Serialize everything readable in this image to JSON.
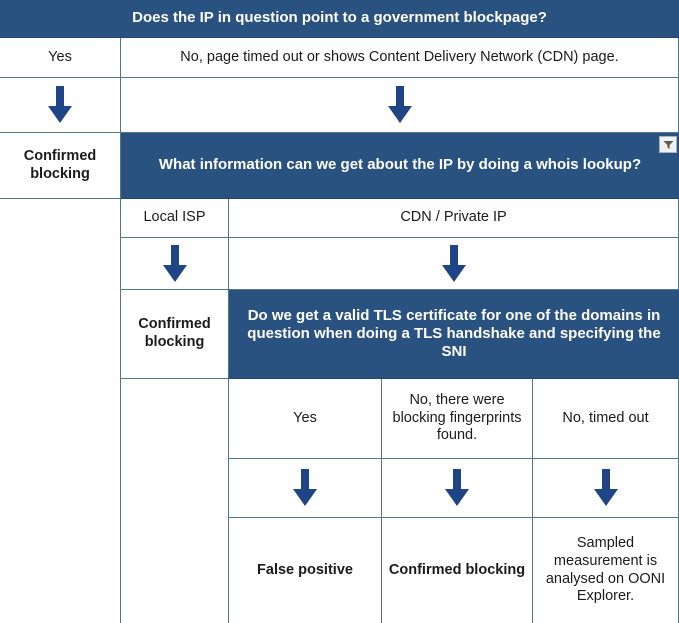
{
  "document": {
    "title": "OONI IP blocking decision flowchart",
    "type": "spreadsheet-decision-table"
  },
  "colors": {
    "header_blue": "#2a5280",
    "arrow_blue": "#1f4587",
    "grid_line": "#4f7a85",
    "text": "#1b1b1b",
    "header_text": "#ffffff"
  },
  "rows": {
    "q1": {
      "question": "Does the IP in question point to a government blockpage?",
      "answer_yes": "Yes",
      "answer_no": "No, page timed out or shows Content Delivery Network (CDN) page.",
      "outcome_yes": "Confirmed blocking"
    },
    "q2": {
      "question": "What information can we get about the IP by doing a whois lookup?",
      "answer_local_isp": "Local ISP",
      "answer_cdn": "CDN / Private IP",
      "outcome_local_isp": "Confirmed blocking"
    },
    "q3": {
      "question": "Do we get a valid TLS certificate for one of the domains in question when doing a TLS handshake and specifying the SNI",
      "answer_yes": "Yes",
      "answer_fingerprints": "No, there were blocking fingerprints found.",
      "answer_timeout": "No, timed out",
      "outcome_yes": "False positive",
      "outcome_fingerprints": "Confirmed blocking",
      "outcome_timeout": "Sampled measurement is analysed on OONI Explorer."
    }
  },
  "icons": {
    "arrow_down": "down-arrow-icon",
    "filter": "filter-dropdown-icon"
  },
  "arrows": {
    "a1": "down-arrow",
    "a2": "down-arrow",
    "a3": "down-arrow",
    "a4": "down-arrow",
    "a5": "down-arrow",
    "a6": "down-arrow",
    "a7": "down-arrow"
  }
}
